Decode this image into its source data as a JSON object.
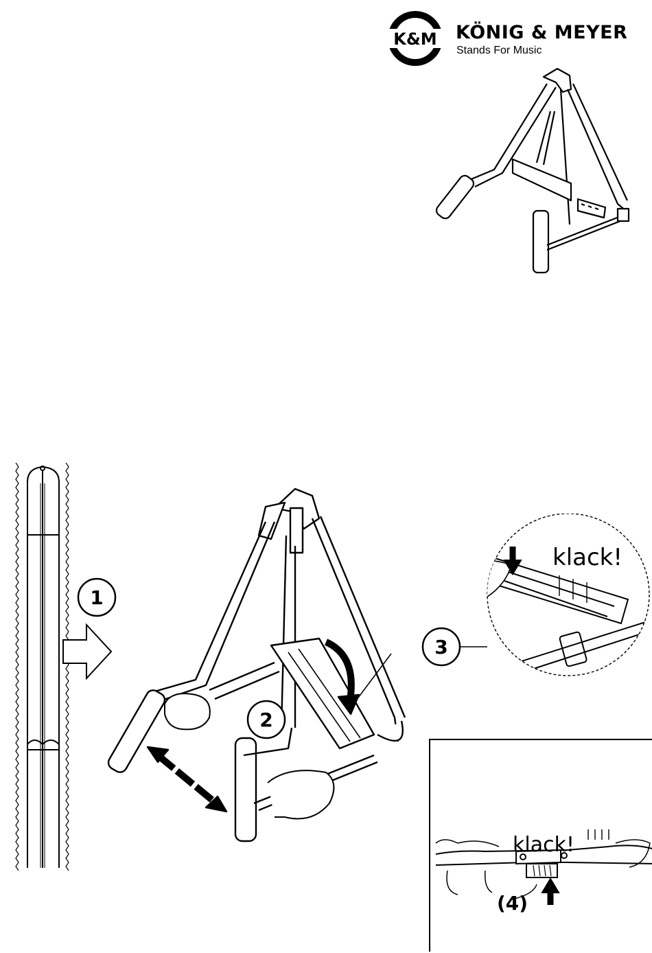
{
  "brand": {
    "logo_text": "K&M",
    "name": "KÖNIG & MEYER",
    "tagline": "Stands For Music"
  },
  "steps": {
    "step1": "1",
    "step2": "2",
    "step3": "3",
    "step4": "(4)"
  },
  "sounds": {
    "klack_top": "klack!",
    "klack_bottom": "klack!"
  },
  "icons": {
    "right_arrow": "hollow-right-arrow",
    "curved_arrow": "curved-down-arrow",
    "double_arrow": "double-headed-arrow",
    "press_down": "press-down-arrow",
    "press_up": "press-up-arrow"
  }
}
